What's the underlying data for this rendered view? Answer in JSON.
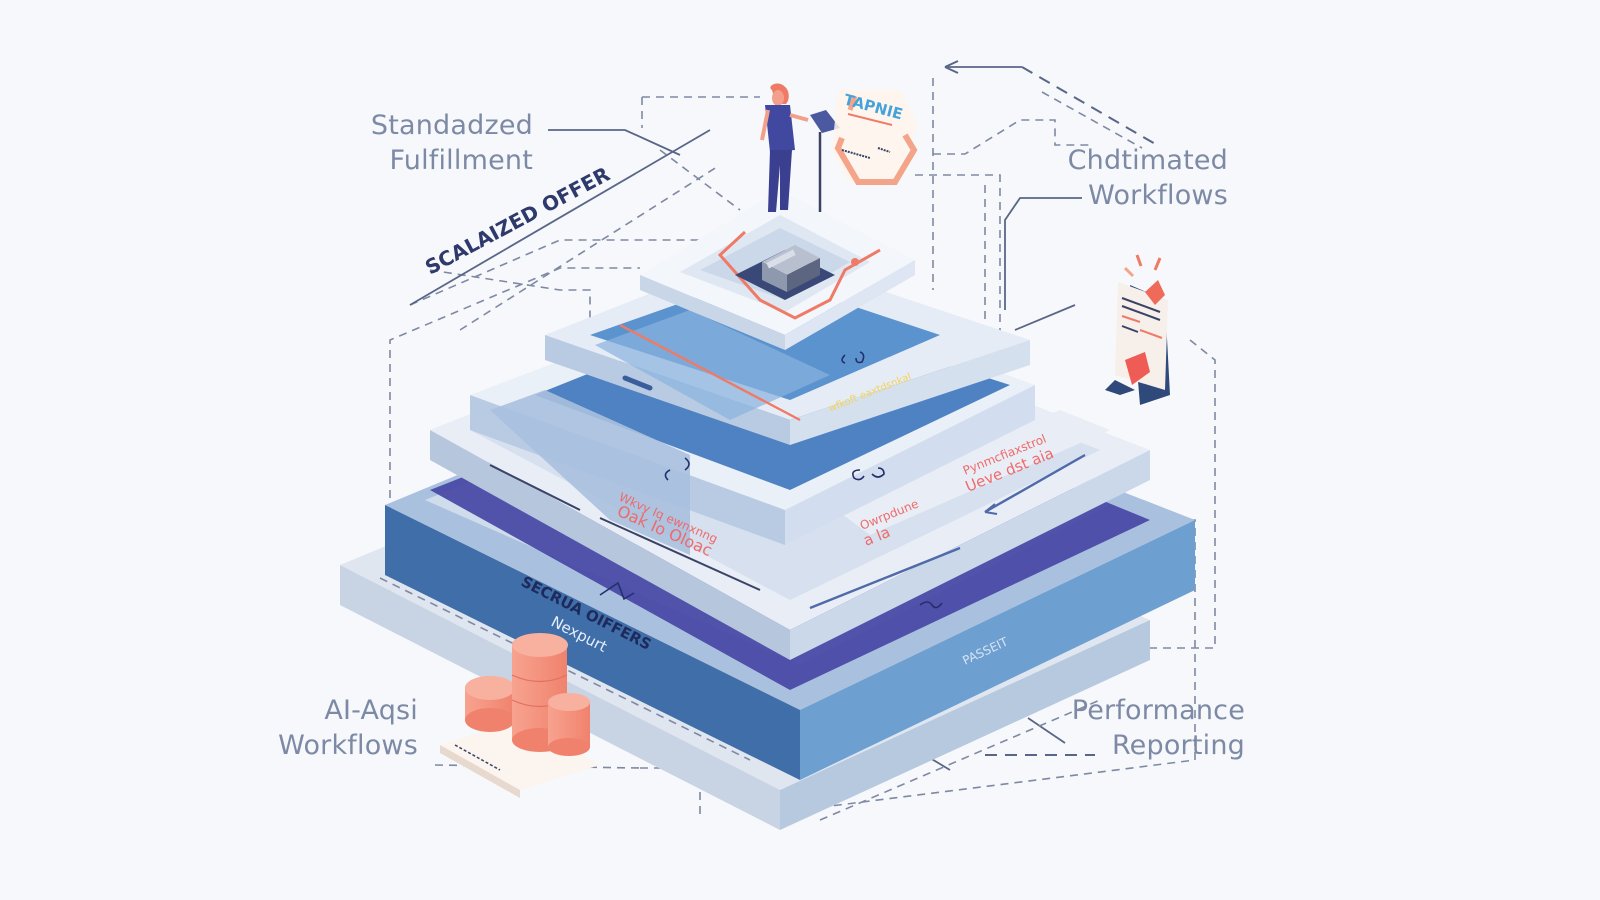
{
  "diagram": {
    "callouts": {
      "top_left": [
        "Standadzed",
        "Fulfillment"
      ],
      "top_right": [
        "Chdtimated",
        "Workflows"
      ],
      "bottom_left": [
        "AI-Aqsi",
        "Workflows"
      ],
      "bottom_right": [
        "Performance",
        "Reporting"
      ]
    },
    "slanted_labels": {
      "offer_banner": "SCALAIZED OFFER",
      "base_layer": "SECRUA OIFFERS",
      "base_sublabel": "Nexpurt",
      "base_right_tag": "PASSEIT"
    },
    "top_device": {
      "hex_sign_title": "TAPNIE"
    },
    "layers": [
      {
        "name": "top-platform",
        "color": "#eef2f9"
      },
      {
        "name": "layer-2",
        "color": "#5b93cf"
      },
      {
        "name": "layer-3",
        "color": "#4f82c2"
      },
      {
        "name": "layer-4",
        "color": "#4a4aa6"
      },
      {
        "name": "base",
        "color": "#3f6ea8"
      }
    ],
    "layer_text": {
      "layer3_red": [
        "Wkvy Iq ewnxnng",
        "Oak Io Oloac"
      ],
      "layer3_right_red": [
        "Pynmcfiaxstrol",
        "Ueve dst aia"
      ],
      "layer4_red": [
        "Owrpdune",
        "a la"
      ],
      "layer2_yellow": "wfkoft eaxtdsnkal"
    },
    "colors": {
      "background": "#f7f8fb",
      "callout_text": "#7d8aa6",
      "accent_coral": "#f08a78",
      "indigo": "#4a4aa6",
      "navy": "#2d3a6b"
    }
  }
}
